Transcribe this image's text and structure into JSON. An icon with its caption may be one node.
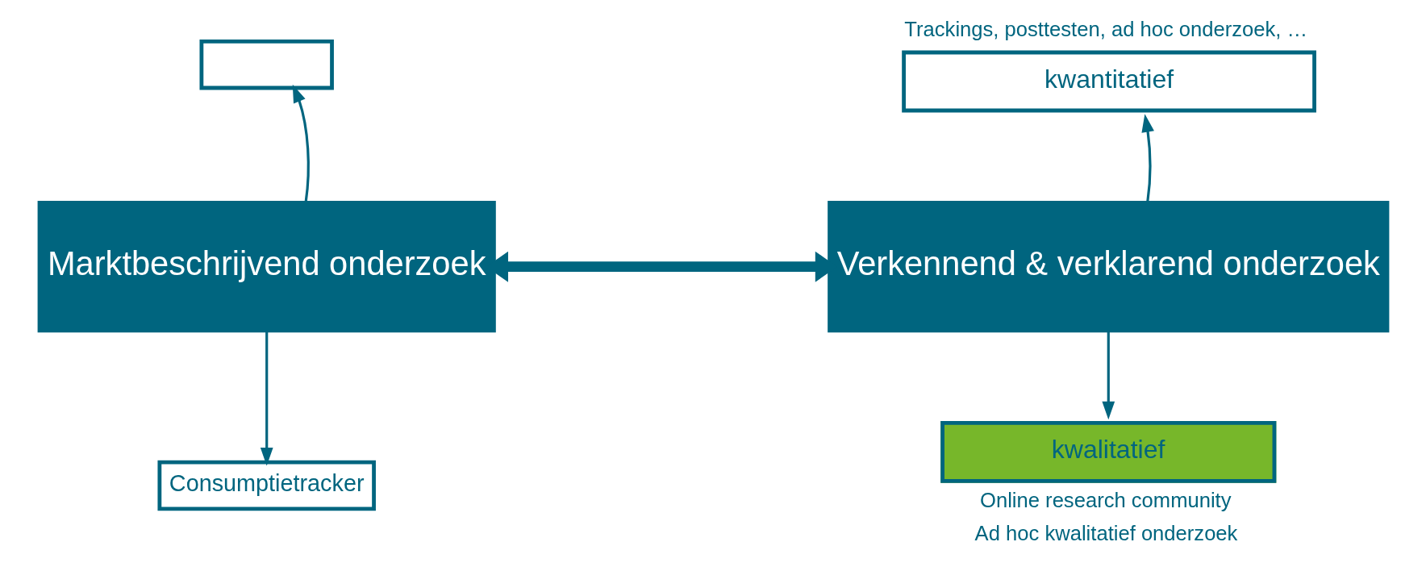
{
  "diagram": {
    "nodes": [
      {
        "text": [],
        "shape": "box"
      },
      {
        "text": [
          "Marktbeschrijvend onderzoek"
        ]
      },
      {
        "text": [
          "Consumptietracker"
        ]
      },
      {
        "text": [
          "kwantitatief"
        ],
        "beside": [
          "Trackings, posttesten, ad hoc onderzoek, …"
        ]
      },
      {
        "text": [
          "Verkennend & verklarend onderzoek"
        ]
      },
      {
        "text": [
          "kwalitatief"
        ],
        "beside": [
          "Online research community",
          "Ad hoc kwalitatief onderzoek"
        ]
      }
    ],
    "edges": [
      {
        "from": 1,
        "to": 0,
        "arrow": "to"
      },
      {
        "from": 1,
        "to": 2,
        "arrow": "to"
      },
      {
        "from": 1,
        "to": 4,
        "arrow": "both",
        "style": "thick"
      },
      {
        "from": 4,
        "to": 3,
        "arrow": "to"
      },
      {
        "from": 4,
        "to": 5,
        "arrow": "to"
      }
    ]
  }
}
